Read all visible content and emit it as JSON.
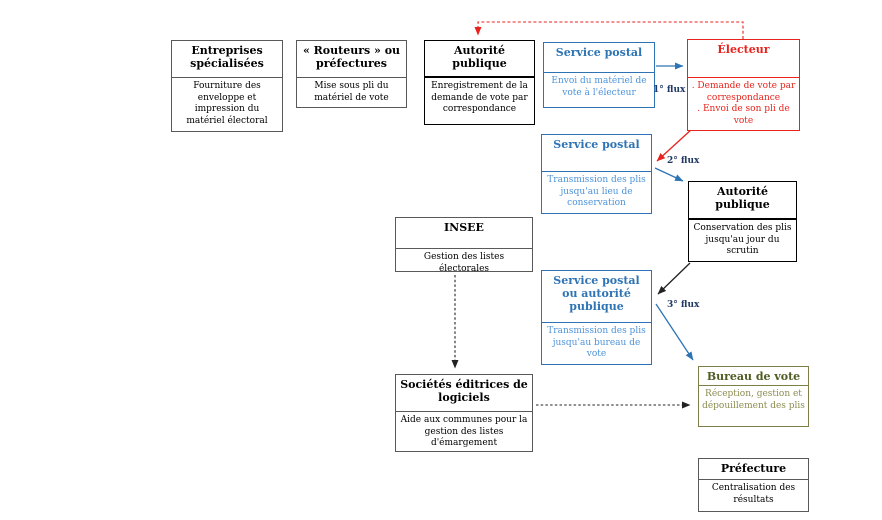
{
  "diagram": {
    "boxes": {
      "entreprises": {
        "title": "Entreprises spécialisées",
        "body": "Fourniture des enveloppe et impression du matériel électoral"
      },
      "routeurs": {
        "title": "« Routeurs » ou préfectures",
        "body": "Mise sous pli du matériel de vote"
      },
      "autorite_enregistrement": {
        "title": "Autorité publique",
        "body": "Enregistrement de la demande de vote par correspondance"
      },
      "service_postal_envoi": {
        "title": "Service postal",
        "body": "Envoi du matériel de vote à l'électeur"
      },
      "electeur": {
        "title": "Électeur",
        "body_items": [
          ". Demande de vote par correspondance",
          ". Envoi de son pli de vote"
        ]
      },
      "service_postal_transmission": {
        "title": "Service postal",
        "body": "Transmission des plis jusqu'au lieu de conservation"
      },
      "autorite_conservation": {
        "title": "Autorité publique",
        "body": "Conservation des plis jusqu'au jour du scrutin"
      },
      "insee": {
        "title": "INSEE",
        "body": "Gestion des listes électorales"
      },
      "service_postal_ou_autorite": {
        "title": "Service postal ou autorité publique",
        "body": "Transmission des plis jusqu'au bureau de vote"
      },
      "societes_logiciels": {
        "title": "Sociétés éditrices de logiciels",
        "body": "Aide aux communes pour la gestion des listes d'émargement"
      },
      "bureau_de_vote": {
        "title": "Bureau de vote",
        "body": "Réception, gestion et dépouillement des plis"
      },
      "prefecture": {
        "title": "Préfecture",
        "body": "Centralisation des résultats"
      }
    },
    "flux_labels": {
      "flux1": "1° flux",
      "flux2": "2° flux",
      "flux3": "3° flux"
    },
    "colors": {
      "blue": "#2E74B5",
      "blue_light": "#4D93D9",
      "red": "#E8231D",
      "olive_border": "#7E7E48",
      "olive_title": "#4F5C23",
      "olive_body": "#8C8C50",
      "navy": "#1F3864",
      "gray": "#595959"
    }
  }
}
